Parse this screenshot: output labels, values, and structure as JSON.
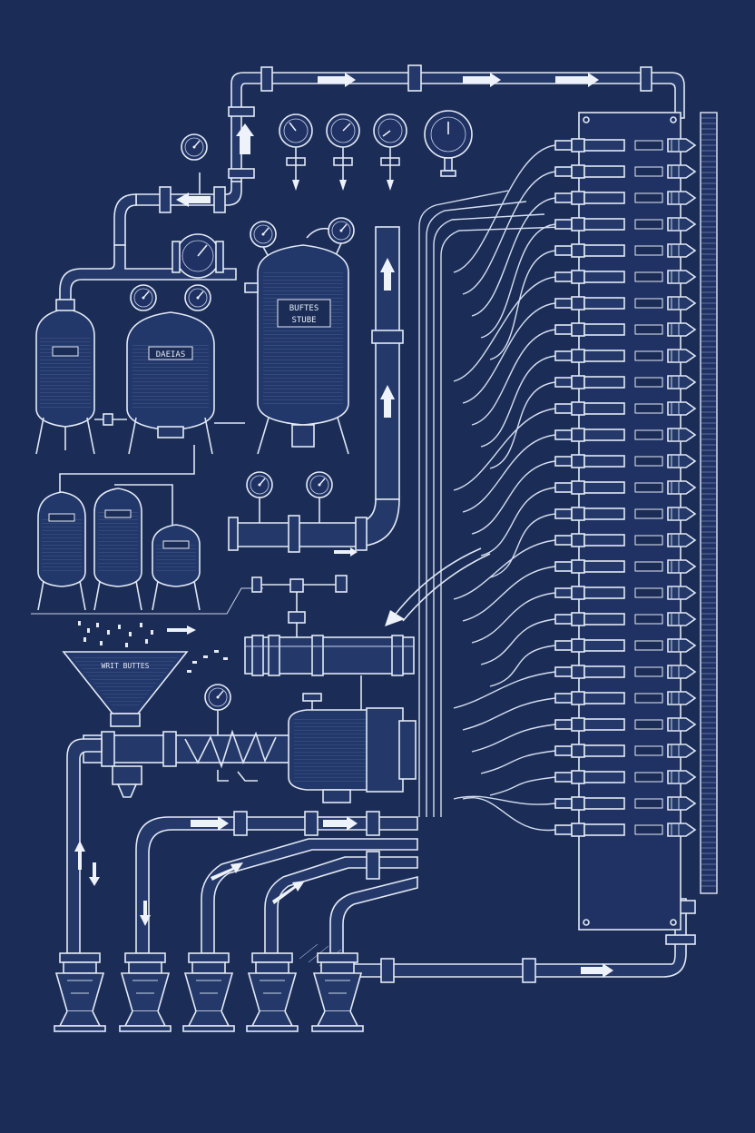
{
  "labels": {
    "main_tank": [
      "BUFTES",
      "STUBE"
    ],
    "mid_tank": "DAEIAS",
    "hopper": "WRIT BUTTES"
  },
  "manifold": {
    "ports": 27
  },
  "colors": {
    "background": "#1b2d57",
    "line": "#e3e9f5",
    "shade": "#24396a"
  },
  "icons": [
    "pressure-gauge-icon",
    "flow-arrow-icon",
    "valve-icon",
    "nozzle-icon",
    "storage-tank-icon",
    "hopper-icon",
    "motor-icon"
  ]
}
